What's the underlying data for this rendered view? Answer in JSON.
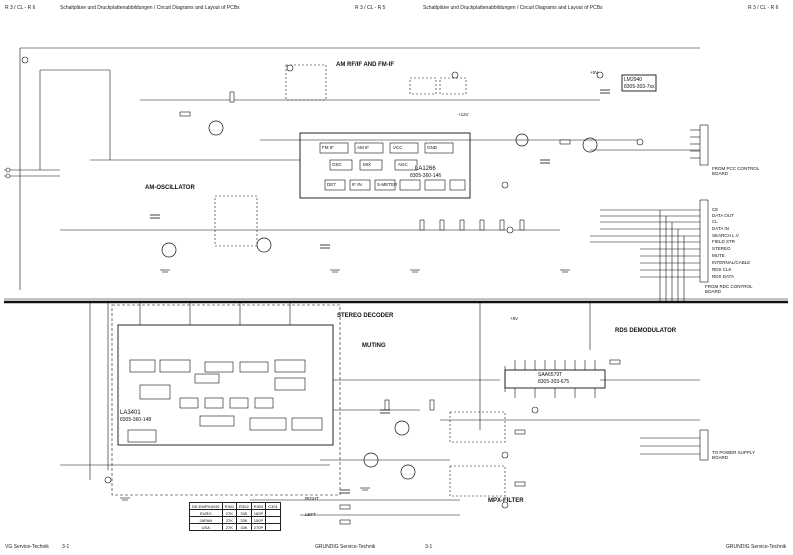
{
  "header": {
    "left_page": "R 3 / CL - R 6",
    "left_title": "Schaltpläne und Druckplattenabbildungen / Circuit Diagrams and Layout of PCBs",
    "center_page": "R 3 / CL - R 5",
    "right_title": "Schaltpläne und Druckplattenabbildungen / Circuit Diagrams and Layout of PCBs",
    "right_page": "R 3 / CL - R 6"
  },
  "footer": {
    "left_brand": "VG Service-Technik",
    "left_page": "3-1",
    "center_brand": "GRUNDIG Service-Technik",
    "center_page": "3-1",
    "right_brand": "GRUNDIG Service-Technik"
  },
  "blocks": {
    "am_rf": "AM RF/IF AND FM-IF",
    "am_osc": "AM-OSCILLATOR",
    "stereo_decoder": "STEREO DECODER",
    "muting": "MUTING",
    "rds": "RDS DEMODULATOR",
    "mpx": "MPX-FILTER"
  },
  "ics": {
    "ic1_name": "LA1266",
    "ic1_part": "8305-360-146",
    "ic2_name": "LA3401",
    "ic2_part": "8305-360-148",
    "ic3_name": "SAA6579T",
    "ic3_part": "8305-303-675",
    "ic4_name": "LM2940",
    "ic4_part": "8305-303-7xx"
  },
  "signals": {
    "ce": "CE",
    "data_out": "DATA OUT",
    "cl": "CL",
    "data_in": "DATA IN",
    "search_lv": "SEARCH L.V",
    "field_str": "FIELD STR",
    "stereo": "STEREO",
    "mute": "MUTE",
    "internal": "INTERNAL/CABLE",
    "rds_clk": "RDS CLK",
    "rds_data": "RDS DATA",
    "from_rdc": "FROM RDC CONTROL BOARD",
    "from_pcc": "FROM PCC CONTROL BOARD",
    "to_power": "TO POWER SUPPLY BOARD",
    "right": "RIGHT",
    "left": "LEFT",
    "plus8v": "+8V",
    "plus5v": "+5V",
    "plus12v": "+12V"
  },
  "emphasis_table": {
    "headers": [
      "DE-EMPHASIS",
      "R301",
      "R302",
      "R303",
      "C301"
    ],
    "rows": [
      [
        "EURO",
        "27K",
        "33K",
        "180P",
        ""
      ],
      [
        "JAPAN",
        "27K",
        "33K",
        "150P",
        ""
      ],
      [
        "USA",
        "27K",
        "33K",
        "270P",
        ""
      ]
    ]
  },
  "pin_labels": [
    "FM IF",
    "AM IF",
    "VCC",
    "GND",
    "OSC",
    "MIX",
    "AGC",
    "DET",
    "IF IN",
    "S-METER"
  ]
}
